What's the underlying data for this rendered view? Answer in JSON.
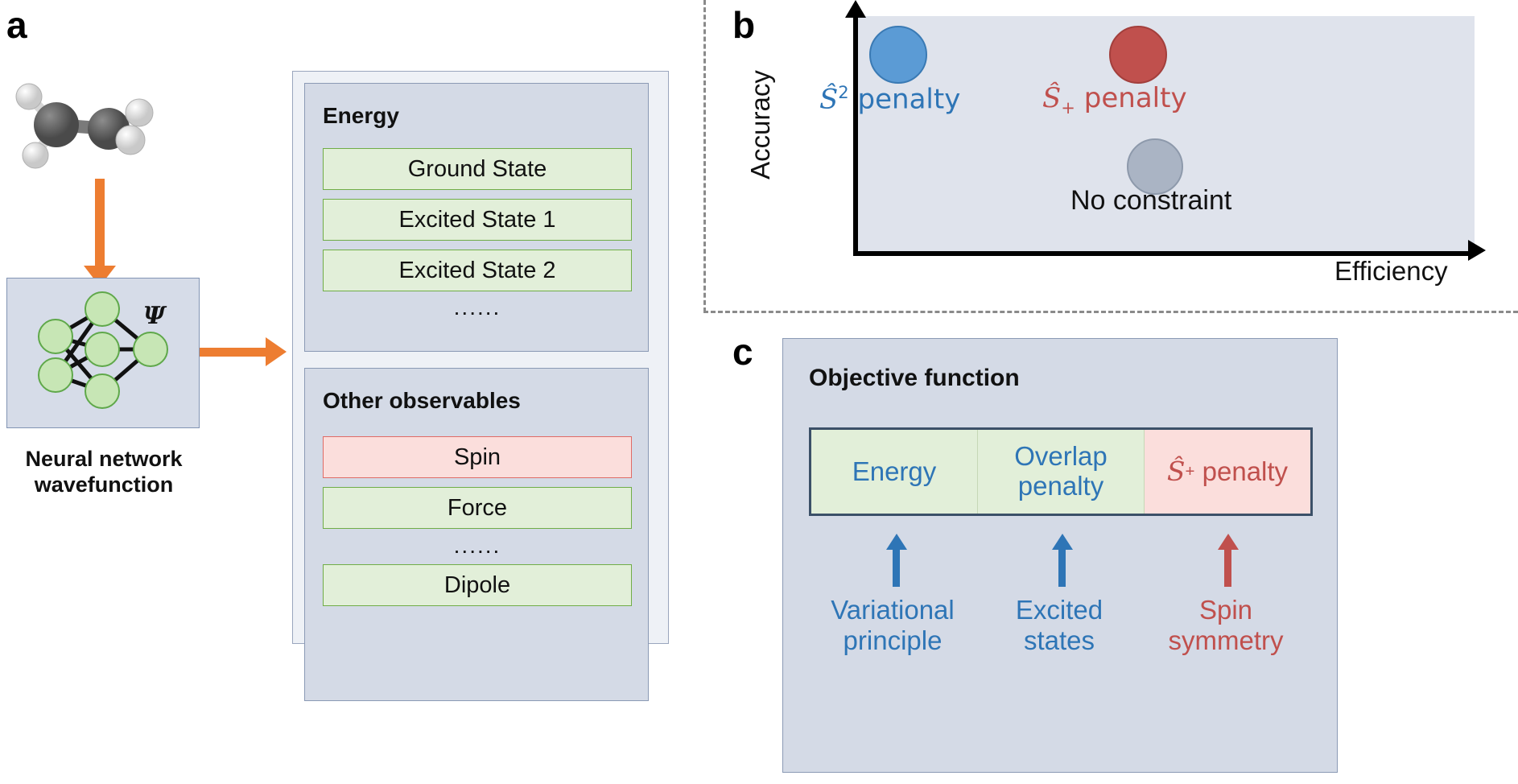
{
  "panels": {
    "a": {
      "letter": "a",
      "molecule": {
        "name": "ethylene-ball-and-stick-model",
        "atom_colors": {
          "carbon": "#585858",
          "hydrogen": "#f2f2f2"
        }
      },
      "network": {
        "name": "neural-network-diagram",
        "wavefunction_symbol": "Ψ",
        "node_color": "#c7e6b5",
        "node_border": "#5fa84a",
        "layers": [
          2,
          3,
          1
        ]
      },
      "caption": "Neural network\nwavefunction",
      "arrow_color": "#ED7D31",
      "energy_panel": {
        "heading": "Energy",
        "items": [
          {
            "label": "Ground State",
            "style": "green"
          },
          {
            "label": "Excited State 1",
            "style": "green"
          },
          {
            "label": "Excited State 2",
            "style": "green"
          }
        ],
        "ellipsis": "......"
      },
      "other_panel": {
        "heading": "Other observables",
        "items": [
          {
            "label": "Spin",
            "style": "pink"
          },
          {
            "label": "Force",
            "style": "green"
          }
        ],
        "ellipsis": "......",
        "last_item": {
          "label": "Dipole",
          "style": "green"
        }
      }
    },
    "b": {
      "letter": "b",
      "plot_bg": "#dfe3ec",
      "ylabel": "Accuracy",
      "xlabel": "Efficiency",
      "points": [
        {
          "label_prefix": "S",
          "label_sup": "2",
          "label_sub": "",
          "label_suffix": " penalty",
          "label_text": "Ŝ² penalty",
          "color": "#5b9bd5",
          "text_color": "#2e75b6",
          "accuracy": "high",
          "efficiency": "low"
        },
        {
          "label_prefix": "S",
          "label_sup": "",
          "label_sub": "+",
          "label_suffix": " penalty",
          "label_text": "Ŝ₊ penalty",
          "color": "#c0504d",
          "text_color": "#c0504d",
          "accuracy": "high",
          "efficiency": "high"
        },
        {
          "label_text": "No constraint",
          "color": "#aab4c4",
          "text_color": "#111111",
          "accuracy": "low",
          "efficiency": "high"
        }
      ]
    },
    "c": {
      "letter": "c",
      "heading": "Objective function",
      "terms": [
        {
          "label": "Energy",
          "style": "green",
          "text_color": "#2e75b6"
        },
        {
          "label": "Overlap\npenalty",
          "style": "green",
          "text_color": "#2e75b6"
        },
        {
          "label": "Ŝ₊ penalty",
          "style": "pink",
          "text_color": "#c0504d"
        }
      ],
      "captions": [
        {
          "label": "Variational\nprinciple",
          "color": "blue"
        },
        {
          "label": "Excited\nstates",
          "color": "blue"
        },
        {
          "label": "Spin\nsymmetry",
          "color": "red"
        }
      ]
    }
  },
  "chart_data": {
    "type": "scatter",
    "title": "",
    "xlabel": "Efficiency",
    "ylabel": "Accuracy",
    "grid": false,
    "legend": "none",
    "axes_style": "qualitative-arrows",
    "xlim": [
      0,
      1
    ],
    "ylim": [
      0,
      1
    ],
    "points": [
      {
        "name": "S^2 penalty",
        "x": 0.17,
        "y": 0.83,
        "color": "#5b9bd5",
        "size": 68
      },
      {
        "name": "S_+ penalty",
        "x": 0.56,
        "y": 0.83,
        "color": "#c0504d",
        "size": 68
      },
      {
        "name": "No constraint",
        "x": 0.59,
        "y": 0.4,
        "color": "#aab4c4",
        "size": 66
      }
    ]
  }
}
